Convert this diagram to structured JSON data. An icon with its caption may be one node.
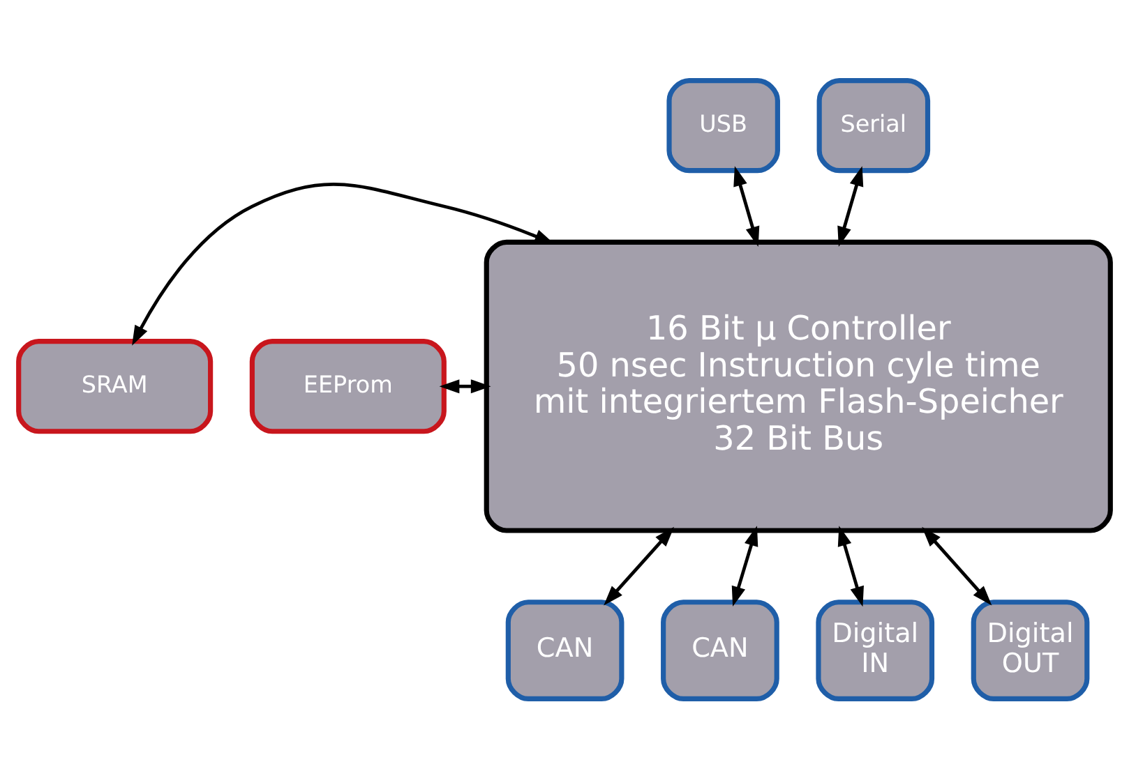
{
  "diagram": {
    "nodes": [
      {
        "text": [
          "16 Bit µ Controller",
          "50 nsec Instruction cyle time",
          "mit integriertem Flash-Speicher",
          "32 Bit Bus"
        ]
      },
      {
        "text": [
          "USB"
        ]
      },
      {
        "text": [
          "Serial"
        ]
      },
      {
        "text": [
          "SRAM"
        ]
      },
      {
        "text": [
          "EEProm"
        ]
      },
      {
        "text": [
          "CAN"
        ]
      },
      {
        "text": [
          "CAN"
        ]
      },
      {
        "text": [
          "Digital IN"
        ]
      },
      {
        "text": [
          "Digital OUT"
        ]
      }
    ],
    "edges": [
      {
        "from": 1,
        "to": 0,
        "arrow": "both"
      },
      {
        "from": 2,
        "to": 0,
        "arrow": "both"
      },
      {
        "from": 3,
        "to": 0,
        "arrow": "both"
      },
      {
        "from": 4,
        "to": 0,
        "arrow": "both"
      },
      {
        "from": 0,
        "to": 5,
        "arrow": "both"
      },
      {
        "from": 0,
        "to": 6,
        "arrow": "both"
      },
      {
        "from": 0,
        "to": 7,
        "arrow": "both"
      },
      {
        "from": 0,
        "to": 8,
        "arrow": "both"
      }
    ]
  }
}
